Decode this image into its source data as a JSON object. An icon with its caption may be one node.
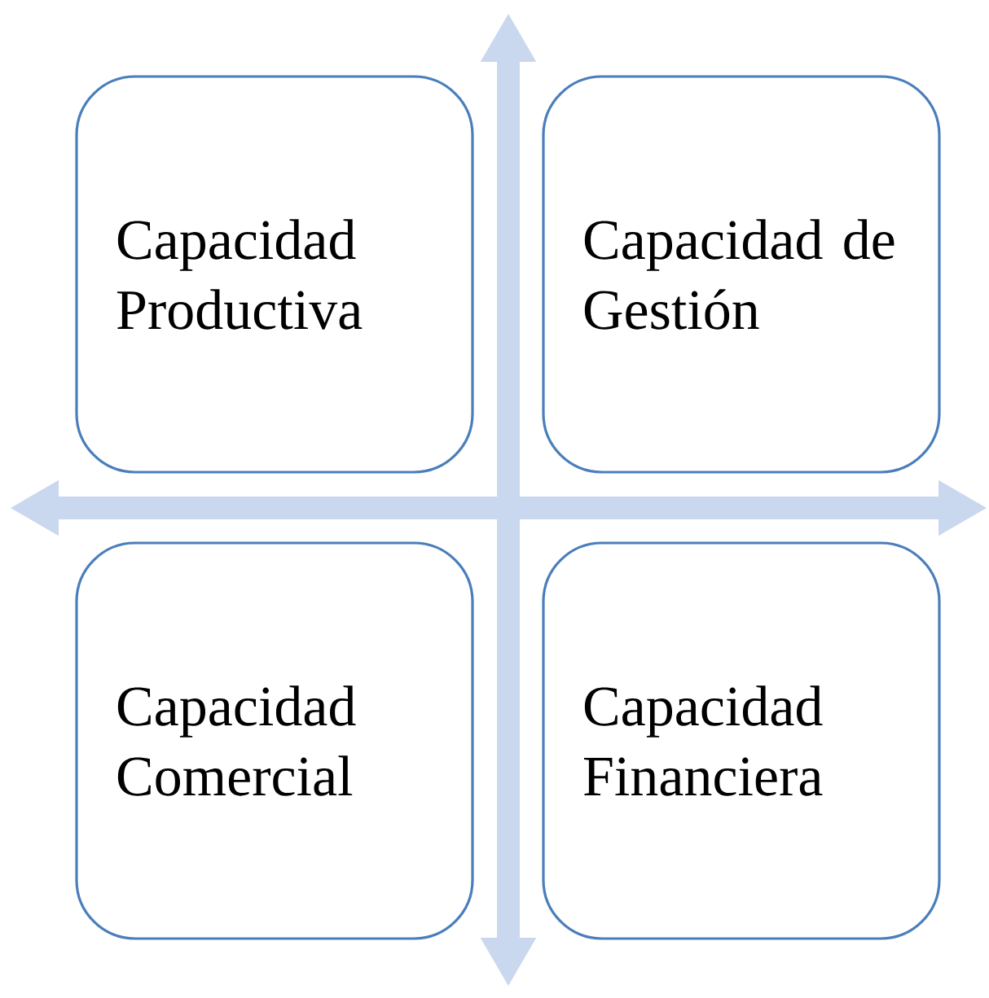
{
  "diagram": {
    "nodes": [
      {
        "text": [
          "Capacidad Productiva"
        ]
      },
      {
        "text": [
          "Capacidad de Gestión"
        ]
      },
      {
        "text": [
          "Capacidad Comercial"
        ]
      },
      {
        "text": [
          "Capacidad Financiera"
        ]
      }
    ]
  }
}
